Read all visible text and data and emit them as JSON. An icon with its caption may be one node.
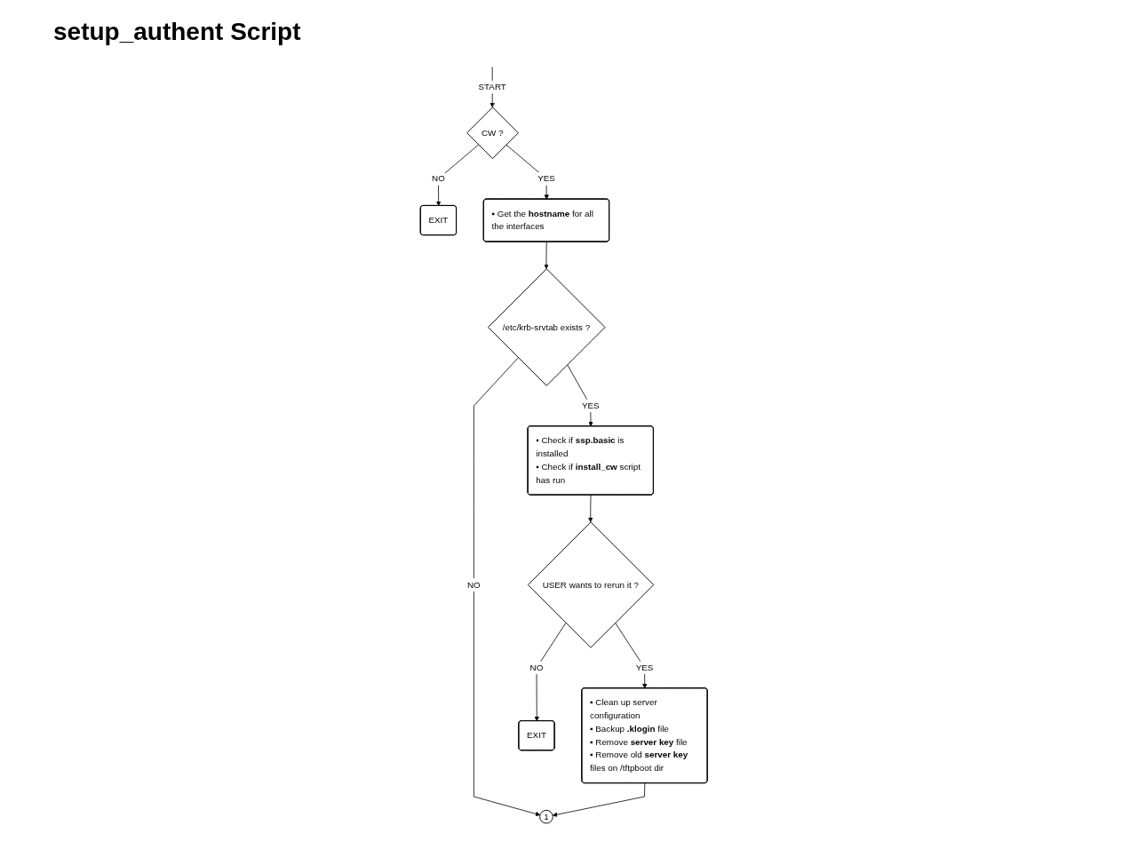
{
  "diagram": {
    "title": "setup_authent Script",
    "nodes": [
      {
        "text": [
          "CW ?"
        ]
      },
      {
        "text": [
          "EXIT"
        ]
      },
      {
        "text": [
          "▪ Get the **hostname** for all the interfaces"
        ]
      },
      {
        "text": [
          "/etc/krb-srvtab exists ?"
        ]
      },
      {
        "text": [
          "▪ Check if **ssp.basic** is installed",
          "▪ Check if **install_cw** script has run"
        ]
      },
      {
        "text": [
          "USER wants to rerun it ?"
        ]
      },
      {
        "text": [
          "EXIT"
        ]
      },
      {
        "text": [
          "▪ Clean up server configuration",
          "▪ Backup **.klogin** file",
          "▪ Remove **server key** file",
          "▪ Remove old **server key** files on /tftpboot dir"
        ]
      },
      {
        "text": [
          "1"
        ]
      }
    ],
    "edges": [
      {
        "from": null,
        "to": 0,
        "arrow": "to",
        "label": "START"
      },
      {
        "from": 0,
        "to": 1,
        "arrow": "to",
        "label": "NO"
      },
      {
        "from": 0,
        "to": 2,
        "arrow": "to",
        "label": "YES"
      },
      {
        "from": 2,
        "to": 3,
        "arrow": "to"
      },
      {
        "from": 3,
        "to": 8,
        "arrow": "to",
        "label": "NO"
      },
      {
        "from": 3,
        "to": 4,
        "arrow": "to",
        "label": "YES"
      },
      {
        "from": 4,
        "to": 5,
        "arrow": "to"
      },
      {
        "from": 5,
        "to": 6,
        "arrow": "to",
        "label": "NO"
      },
      {
        "from": 5,
        "to": 7,
        "arrow": "to",
        "label": "YES"
      },
      {
        "from": 7,
        "to": 8,
        "arrow": "to"
      }
    ]
  }
}
